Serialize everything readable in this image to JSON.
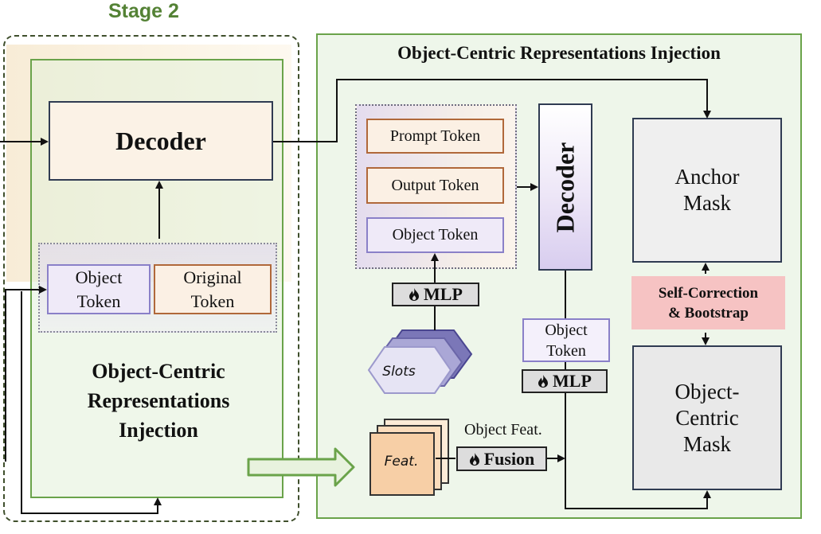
{
  "stage_title": "Stage 2",
  "left_panel": {
    "decoder_label": "Decoder",
    "object_token": [
      "Object",
      "Token"
    ],
    "original_token": [
      "Original",
      "Token"
    ],
    "title_lines": [
      "Object-Centric",
      "Representations",
      "Injection"
    ]
  },
  "right_panel": {
    "title": "Object-Centric Representations Injection",
    "prompt_token": "Prompt Token",
    "output_token": "Output Token",
    "object_token": "Object Token",
    "mlp_top": "MLP",
    "slots": "Slots",
    "decoder_label": "Decoder",
    "object_token_lower": [
      "Object",
      "Token"
    ],
    "mlp_lower": "MLP",
    "anchor_mask": [
      "Anchor",
      "Mask"
    ],
    "self_correction": [
      "Self-Correction",
      "& Bootstrap"
    ],
    "object_centric_mask": [
      "Object-",
      "Centric",
      "Mask"
    ],
    "object_feat": "Object Feat.",
    "fusion": "Fusion",
    "feat": "Feat."
  },
  "colors": {
    "stage_green": "#548235",
    "panel_border_green": "#6aa34a",
    "token_orange": "#b0683a",
    "token_purple": "#8a80c8",
    "highlight_pink": "#f6c3c3"
  }
}
